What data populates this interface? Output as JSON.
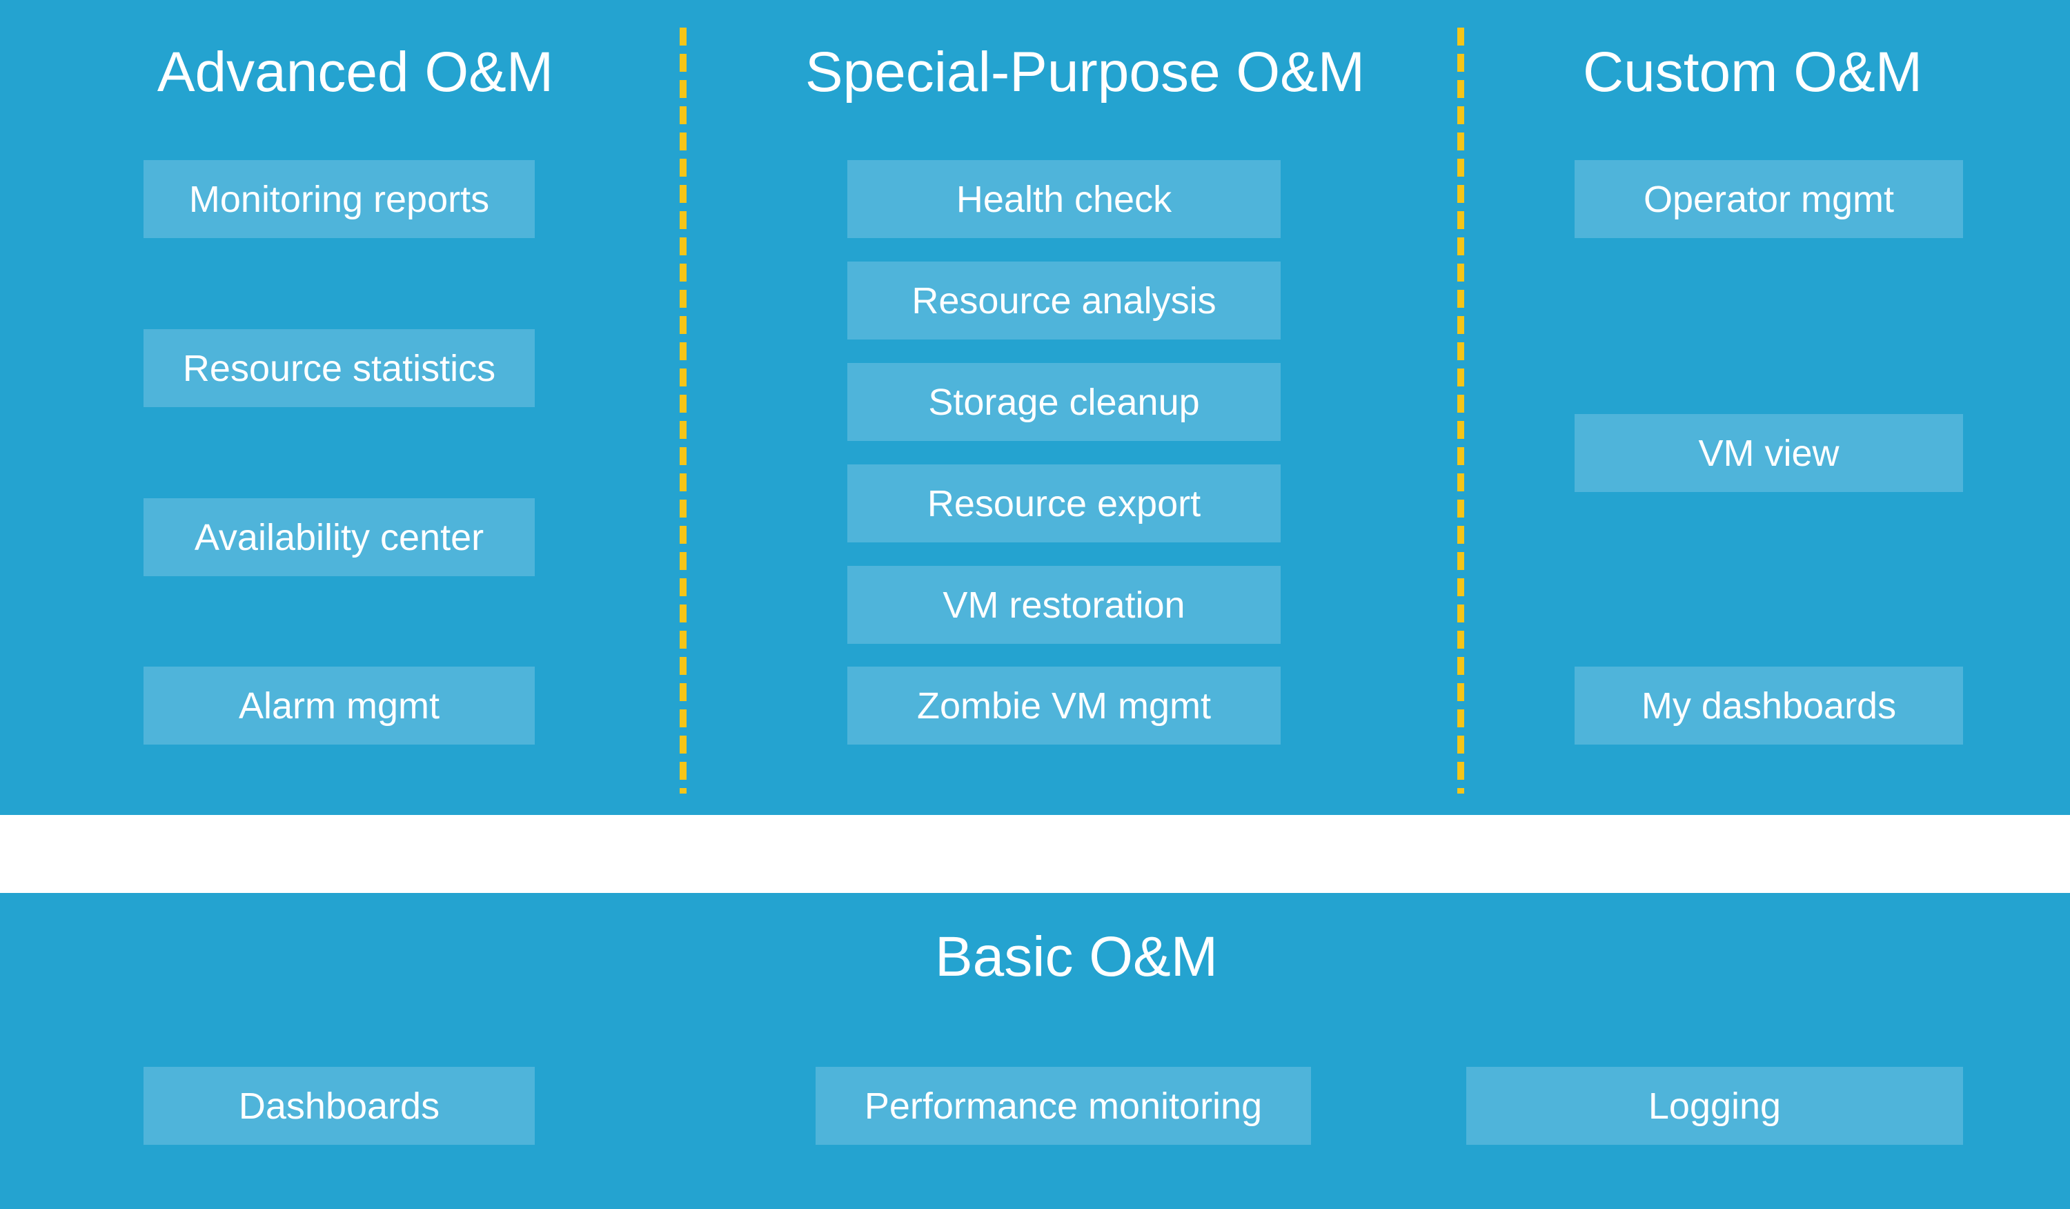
{
  "theme": {
    "background": "#24a3d0",
    "box_fill": "#4fb4da",
    "text": "#ffffff",
    "divider": "#f5c518",
    "separator_bar": "#000000"
  },
  "diagram": {
    "type": "layered-capability-map",
    "columns": [
      {
        "title": "Advanced O&M",
        "items": [
          {
            "label": "Monitoring reports"
          },
          {
            "label": "Resource statistics"
          },
          {
            "label": "Availability center"
          },
          {
            "label": "Alarm mgmt"
          }
        ]
      },
      {
        "title": "Special-Purpose O&M",
        "items": [
          {
            "label": "Health check"
          },
          {
            "label": "Resource analysis"
          },
          {
            "label": "Storage cleanup"
          },
          {
            "label": "Resource export"
          },
          {
            "label": "VM restoration"
          },
          {
            "label": "Zombie VM mgmt"
          }
        ]
      },
      {
        "title": "Custom O&M",
        "items": [
          {
            "label": "Operator mgmt"
          },
          {
            "label": "VM view"
          },
          {
            "label": "My dashboards"
          }
        ]
      }
    ],
    "base_layer": {
      "title": "Basic O&M",
      "items": [
        {
          "label": "Dashboards"
        },
        {
          "label": "Performance monitoring"
        },
        {
          "label": "Logging"
        }
      ]
    }
  }
}
